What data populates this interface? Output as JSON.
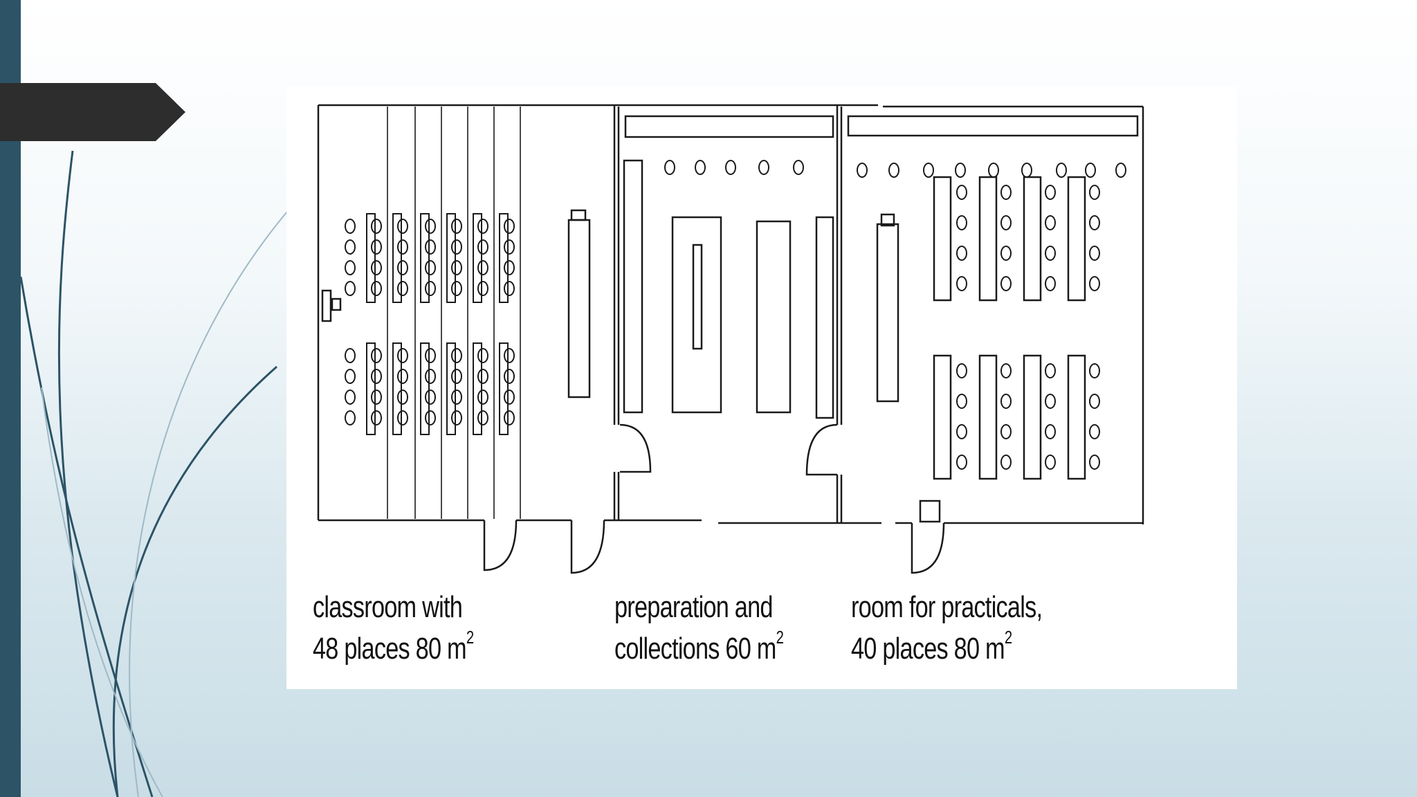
{
  "theme": {
    "accent": "#2c5366",
    "arrow": "#2d2d2e",
    "line": "#1a1a1a"
  },
  "rooms": [
    {
      "line1": "classroom with",
      "line2": "48 places 80 m",
      "sup": "2"
    },
    {
      "line1": "preparation and",
      "line2": "collections 60 m",
      "sup": "2"
    },
    {
      "line1": "room for practicals,",
      "line2": "40 places 80 m",
      "sup": "2"
    }
  ]
}
